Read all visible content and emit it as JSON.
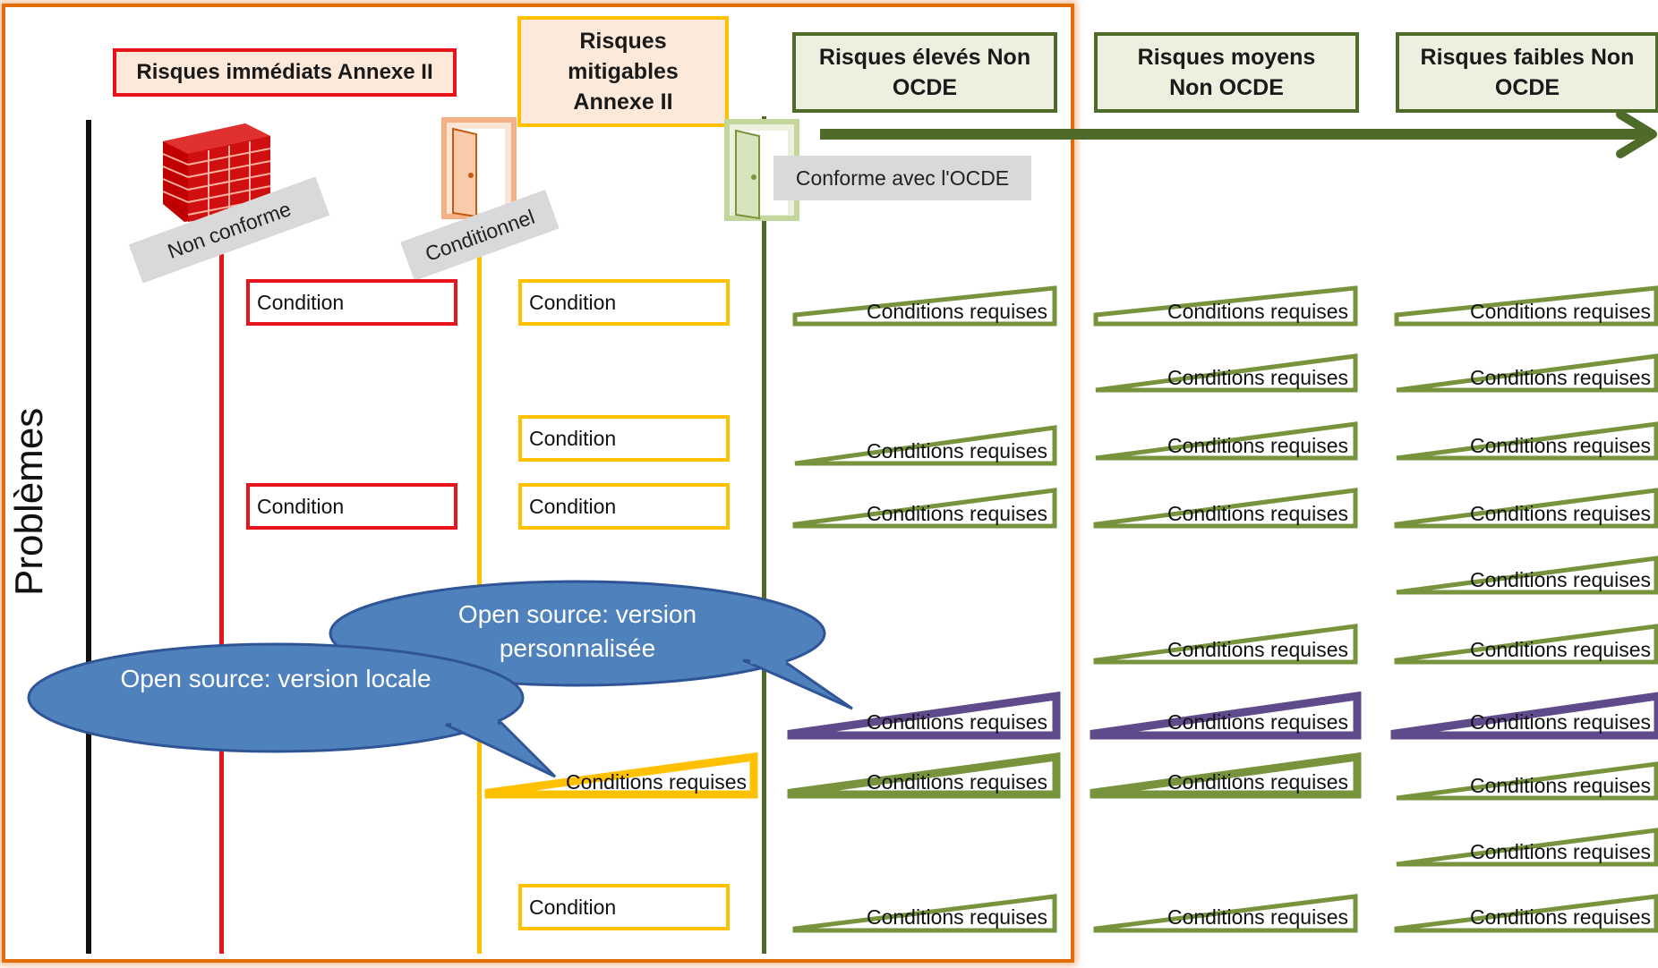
{
  "headers": {
    "immediate": "Risques immédiats Annexe II",
    "mitigable": "Risques mitigables Annexe II",
    "high": "Risques élevés Non OCDE",
    "medium": "Risques moyens Non OCDE",
    "low": "Risques faibles Non OCDE"
  },
  "axis_label": "Problèmes",
  "tags": {
    "non_conforme": "Non conforme",
    "conditionnel": "Conditionnel",
    "conforme": "Conforme avec l'OCDE"
  },
  "condition_label": "Condition",
  "requises_label": "Conditions requises",
  "bubbles": {
    "personnalisee": "Open source: version personnalisée",
    "locale": "Open source: version locale"
  },
  "colors": {
    "red": "#e8141c",
    "yellow": "#ffc000",
    "green_dark": "#4f6b2a",
    "green": "#77933c",
    "purple": "#5f4b8b",
    "blue_bubble": "#4f81bd",
    "orange_frame": "#e46c0a",
    "header_green_fill": "#ebf1de",
    "header_yellow_fill": "#fde9d9"
  }
}
